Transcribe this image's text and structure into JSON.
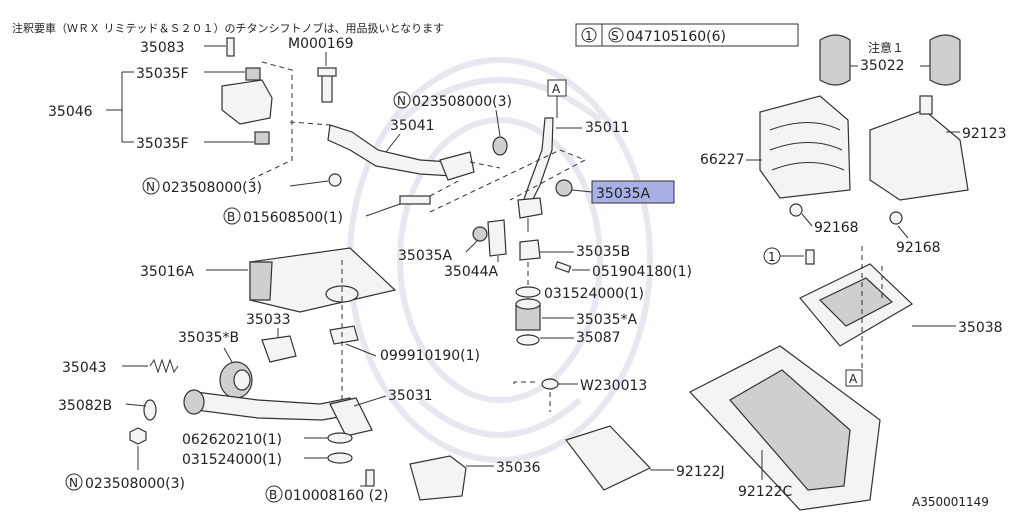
{
  "note_text": "注釈要車（ＷＲＸ リミテッド＆Ｓ２０１）のチタンシフトノブは、用品扱いとなります",
  "ref_box": {
    "qty_mark": "1",
    "spec_mark": "S",
    "code": "047105160(6)"
  },
  "figure_id": "A350001149",
  "labels": {
    "p35083": "35083",
    "m000169": "M000169",
    "p35035f_top": "35035F",
    "p35046": "35046",
    "p35035f_bot": "35035F",
    "n023508000_a": "023508000(3)",
    "p35041": "35041",
    "n023508000_b": "023508000(3)",
    "b015608500": "015608500(1)",
    "p35011": "35011",
    "a_top": "A",
    "p35035a_hl": "35035A",
    "p35035a": "35035A",
    "p35035b": "35035B",
    "p35044a": "35044A",
    "p051904180": "051904180(1)",
    "p031524000_a": "031524000(1)",
    "p35035sa": "35035*A",
    "p35087": "35087",
    "p35016a": "35016A",
    "p35033": "35033",
    "p35035sb": "35035*B",
    "p099910190": "099910190(1)",
    "p35043": "35043",
    "p35031": "35031",
    "p35082b": "35082B",
    "w230013": "W230013",
    "p062620210": "062620210(1)",
    "p031524000_b": "031524000(1)",
    "n023508000_c": "023508000(3)",
    "p35036": "35036",
    "b010008160": "010008160 (2)",
    "note1": "注意１",
    "p35022": "35022",
    "p92123": "92123",
    "p66227": "66227",
    "p92168_a": "92168",
    "p92168_b": "92168",
    "p35038": "35038",
    "a_bot": "A",
    "p92122j": "92122J",
    "p92122c": "92122C",
    "mark_n": "N",
    "mark_b": "B",
    "mark_1": "1"
  },
  "colors": {
    "highlight": "#aab0e6",
    "line": "#333333"
  }
}
